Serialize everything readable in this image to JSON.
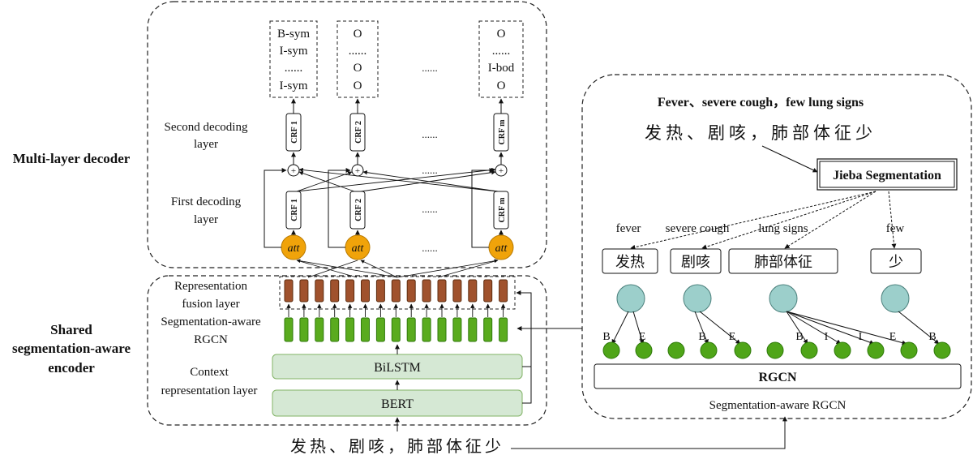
{
  "labels": {
    "multi_layer_decoder": "Multi-layer decoder",
    "shared_encoder": [
      "Shared",
      "segmentation-aware",
      "encoder"
    ],
    "second_decoding_layer": [
      "Second decoding",
      "layer"
    ],
    "first_decoding_layer": [
      "First decoding",
      "layer"
    ],
    "representation_fusion_layer": [
      "Representation",
      "fusion layer"
    ],
    "segmentation_aware_rgcn": [
      "Segmentation-aware",
      "RGCN"
    ],
    "context_representation_layer": [
      "Context",
      "representation layer"
    ],
    "bilstm": "BiLSTM",
    "bert": "BERT",
    "att": "att",
    "plus": "+",
    "ellipsis": "......",
    "input_sentence": "发热、剧咳，肺部体征少"
  },
  "output_tags": {
    "col1": [
      "B-sym",
      "I-sym",
      "......",
      "I-sym"
    ],
    "col2": [
      "O",
      "......",
      "O",
      "O"
    ],
    "col3": [
      "O",
      "......",
      "I-bod",
      "O"
    ]
  },
  "crf_labels": [
    "CRF 1",
    "CRF 2",
    "CRF m"
  ],
  "rgcn_panel": {
    "english_sentence": "Fever、severe cough，few lung signs",
    "chinese_sentence": "发热、剧咳，肺部体征少",
    "jieba": "Jieba Segmentation",
    "words_en": [
      "fever",
      "severe cough",
      "lung signs",
      "few"
    ],
    "words_zh": [
      "发热",
      "剧咳",
      "肺部体征",
      "少"
    ],
    "edge_labels": [
      "B",
      "E",
      "B",
      "E",
      "B",
      "I",
      "I",
      "E",
      "B"
    ],
    "rgcn": "RGCN",
    "caption": "Segmentation-aware RGCN"
  },
  "colors": {
    "att_node": "#f0a30a",
    "fusion_bar": "#a0522d",
    "rgcn_bar": "#5aab1e",
    "green_box_fill": "#d5e8d4",
    "green_box_stroke": "#82b366",
    "word_node": "#9ccfcb",
    "token_node": "#4fa518"
  }
}
